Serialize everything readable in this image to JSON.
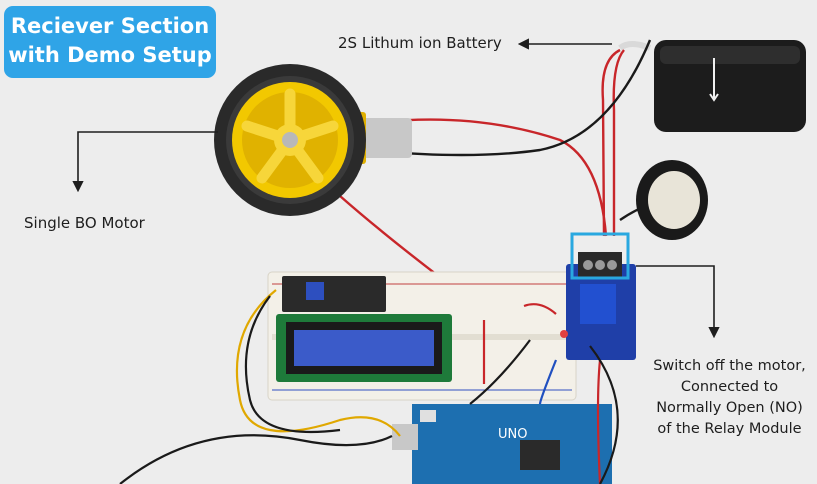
{
  "title": {
    "line1": "Reciever Section",
    "line2": "with Demo Setup"
  },
  "labels": {
    "battery": "2S Lithum ion Battery",
    "motor": "Single BO Motor",
    "switch_line1": "Switch off the motor,",
    "switch_line2": "Connected to",
    "switch_line3": "Normally Open (NO)",
    "switch_line4": "of the Relay Module"
  },
  "board_text": {
    "arduino": "UNO"
  },
  "colors": {
    "badge": "#2fa4e7",
    "highlight_box": "#29a8e0",
    "wheel_hub": "#f2c800",
    "tire": "#2a2a2a",
    "relay_board": "#1f3fa8",
    "lcd_screen": "#3b5bc9",
    "arduino_board": "#1d6fb0",
    "red_wire": "#c8262a",
    "black_wire": "#1a1a1a"
  }
}
